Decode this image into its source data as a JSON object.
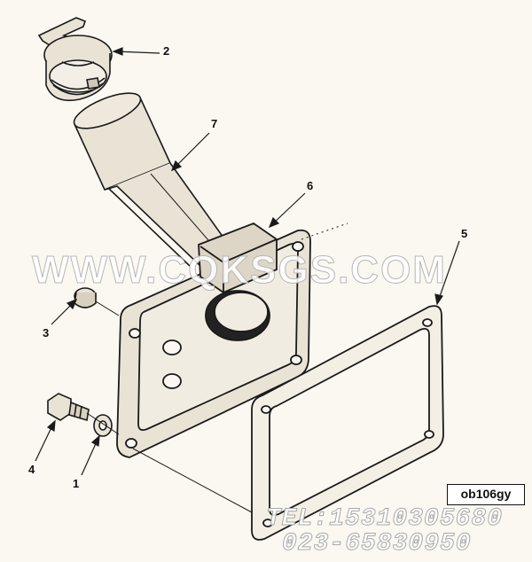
{
  "callouts": [
    "1",
    "2",
    "3",
    "4",
    "5",
    "6",
    "7"
  ],
  "diagram_code": "ob106gy",
  "watermark": "WWW.CQKSGS.COM",
  "contact": {
    "tel": "TEL:15310305680",
    "phone": "023-65830950"
  },
  "colors": {
    "line": "#1a1a1a",
    "fill": "#e9e3d6",
    "dark": "#222222",
    "background": "#fbf8f1"
  }
}
